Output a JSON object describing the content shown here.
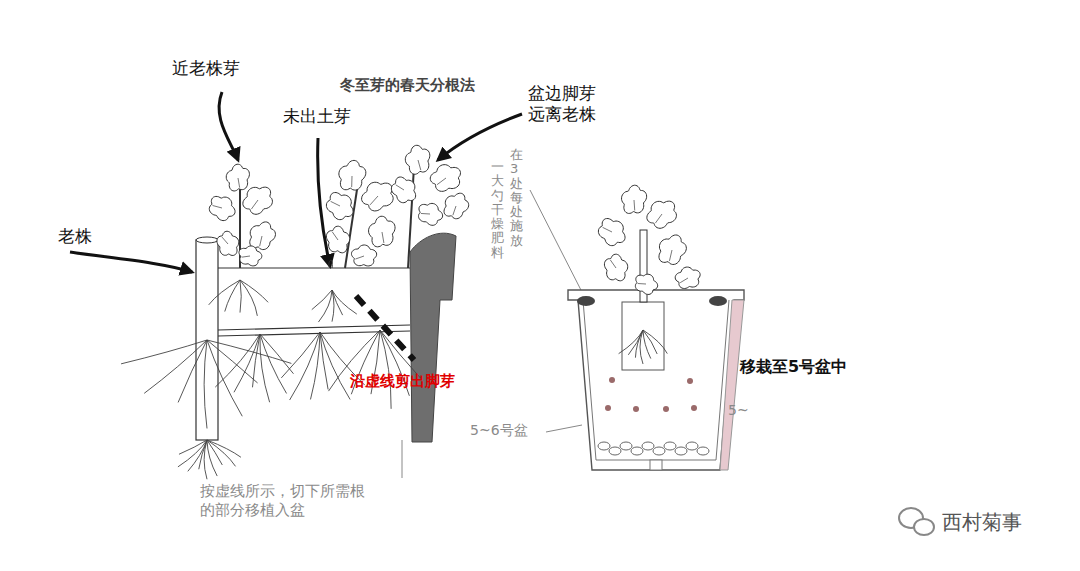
{
  "diagram": {
    "title": "冬至芽的春天分根法",
    "labels": [
      "近老株芽",
      "未出土芽",
      "盆边脚芽 远离老株",
      "老株",
      "在3处每处施放",
      "一大勺干燥肥料",
      "沿虚线剪出脚芽",
      "按虚线所示，切下所需根的部分移植入盆",
      "移栽至5号盆中",
      "5~6号盆",
      "5~",
      "西村菊事"
    ]
  }
}
